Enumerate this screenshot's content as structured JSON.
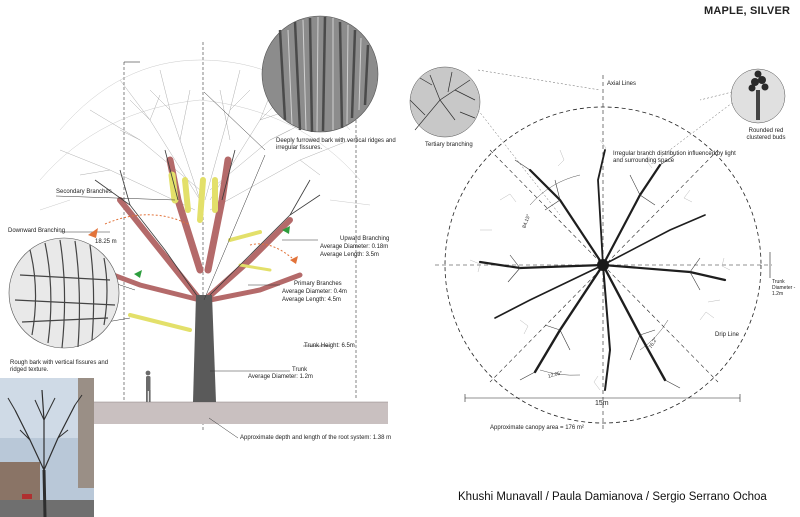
{
  "title": "MAPLE, SILVER",
  "authors": "Khushi Munavall / Paula Damianova / Sergio Serrano Ochoa",
  "elevation": {
    "bark_upper": "Deeply furrowed bark with vertical ridges and irregular fissures.",
    "bark_lower": "Rough bark with vertical fissures and ridged texture.",
    "secondary_branches": "Secondary Branches",
    "downward_branching": "Downward Branching",
    "height": "18.25 m",
    "upward_branching": "Upward Branching",
    "upward_diameter": "Average Diameter: 0.18m",
    "upward_length": "Average Length: 3.5m",
    "primary_branches": "Primary Branches",
    "primary_diameter": "Average Diameter: 0.4m",
    "primary_length": "Average Length: 4.5m",
    "trunk_height": "Trunk Height: 6.5m",
    "trunk": "Trunk",
    "trunk_diameter": "Average Diameter: 1.2m",
    "root_system": "Approximate depth and length of the root system: 1.38 m"
  },
  "plan": {
    "axial_lines": "Axial Lines",
    "tertiary_branching": "Tertiary branching",
    "buds": "Rounded red clustered buds",
    "irregular": "Irregular branch distribution influenced by light and surrounding space",
    "trunk_diameter": "Trunk Diameter - 1.2m",
    "drip_line": "Drip Line",
    "width": "15m",
    "canopy_area": "Approximate canopy area = 176 m²",
    "dim_a": "84.15°",
    "dim_b": "12.05°",
    "dim_c": "76.2°"
  },
  "colors": {
    "trunk": "#5a5a5a",
    "primary": "#b46a6a",
    "secondary": "#e3e06a",
    "ground": "#c9c0c0",
    "marker_green": "#2e9e3e",
    "marker_orange": "#e2733a"
  }
}
